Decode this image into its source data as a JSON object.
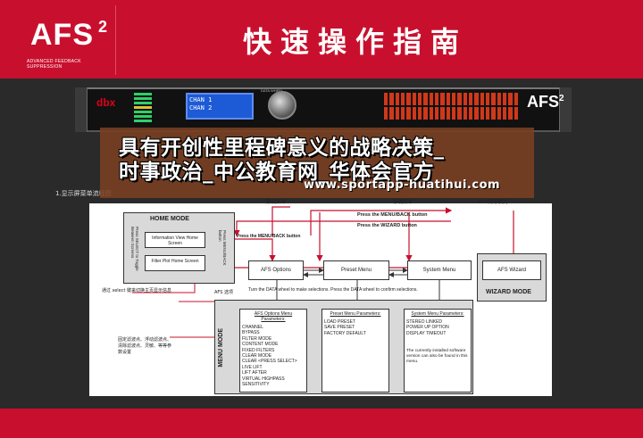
{
  "header": {
    "logo_text": "AFS",
    "logo_sup": "2",
    "logo_tagline": "ADVANCED FEEDBACK SUPPRESSION",
    "title": "快速操作指南"
  },
  "device": {
    "brand": "dbx",
    "lcd_line1": "CHAN 1",
    "lcd_line2": "CHAN 2",
    "knob_label": "DATA WHEEL",
    "model": "AFS",
    "model_sup": "2"
  },
  "watermark": {
    "line1": "具有开创性里程碑意义的战略决策_",
    "line2": "时事政治_中公教育网_华体会官方",
    "url": "www.sportapp-huatihui.com"
  },
  "section_label": "1.显示屏菜单流程图",
  "diagram": {
    "top_labels": [
      "预设菜单",
      "系统菜单",
      "AFS向导模式"
    ],
    "press_menu_back": "Press the MENU/BACK button",
    "press_wizard": "Press the WIZARD button",
    "press_menu_back_inner": "Press the MENU/BACK button",
    "home_mode": "HOME MODE",
    "press_select": "Press SELECT to Toggle Between Screens",
    "info_view": "Information View Home Screen",
    "filter_plot": "Filter Plot Home Screen",
    "press_menu_back_vertical": "Press MENU/BACK button",
    "cn_select_note": "通过 select 键来切换主页显示信息",
    "afs_options": "AFS Options",
    "preset_menu": "Preset Menu",
    "system_menu": "System Menu",
    "afs_wizard": "AFS Wizard",
    "wizard_mode": "WIZARD MODE",
    "afs_options_cn": "AFS 选项",
    "turn_data": "Turn the DATA wheel to make selections. Press the DATA wheel to confirm selections.",
    "menu_mode": "MENU MODE",
    "afs_params_title": "AFS Options Menu Parameters:",
    "afs_params": [
      "CHANNEL",
      "BYPASS",
      "FILTER MODE",
      "CONTENT MODE",
      "FIXED FILTERS",
      "CLEAR MODE",
      "CLEAR <PRESS SELECT>",
      "LIVE LIFT",
      "LIFT AFTER",
      "VIRTUAL HIGHPASS",
      "SENSITIVITY"
    ],
    "preset_params_title": "Preset Menu Parameters:",
    "preset_params": [
      "LOAD PRESET",
      "SAVE PRESET",
      "FACTORY DEFAULT"
    ],
    "system_params_title": "System Menu Parameters:",
    "system_params": [
      "STEREO LINKED",
      "POWER UP OPTION",
      "DISPLAY TIMEOUT"
    ],
    "system_note": "The currently installed software version can also be found in this menu.",
    "cn_filter_note": "固定滤波点、浮动滤波点、清除滤波点、灵敏、等等参数设置"
  },
  "colors": {
    "brand_red": "#c8102e",
    "panel_bg": "#ffffff",
    "page_bg": "#2a2a2a",
    "watermark_bg": "#7a4022",
    "arrow_red": "#c8102e"
  }
}
